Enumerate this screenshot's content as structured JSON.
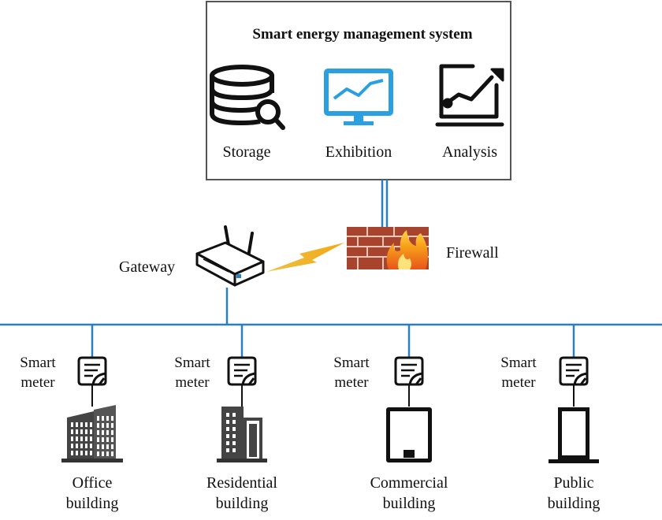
{
  "system": {
    "title": "Smart energy management system",
    "modules": [
      {
        "label": "Storage",
        "icon": "database-search-icon"
      },
      {
        "label": "Exhibition",
        "icon": "monitor-chart-icon"
      },
      {
        "label": "Analysis",
        "icon": "trend-analysis-icon"
      }
    ]
  },
  "network": {
    "gateway_label": "Gateway",
    "firewall_label": "Firewall",
    "link_icon": "lightning-bolt-icon"
  },
  "meters": {
    "line1": "Smart",
    "line2": "meter",
    "icon": "smart-meter-icon"
  },
  "buildings": [
    {
      "line1": "Office",
      "line2": "building",
      "icon": "office-building-icon"
    },
    {
      "line1": "Residential",
      "line2": "building",
      "icon": "residential-building-icon"
    },
    {
      "line1": "Commercial",
      "line2": "building",
      "icon": "commercial-building-icon"
    },
    {
      "line1": "Public",
      "line2": "building",
      "icon": "public-building-icon"
    }
  ],
  "colors": {
    "bus_line": "#2a7fc0",
    "monitor": "#2aa0e0",
    "firewall_brick": "#a8432e",
    "flame": "#f7a21a",
    "bolt": "#f2b21a",
    "box_border": "#555555"
  }
}
